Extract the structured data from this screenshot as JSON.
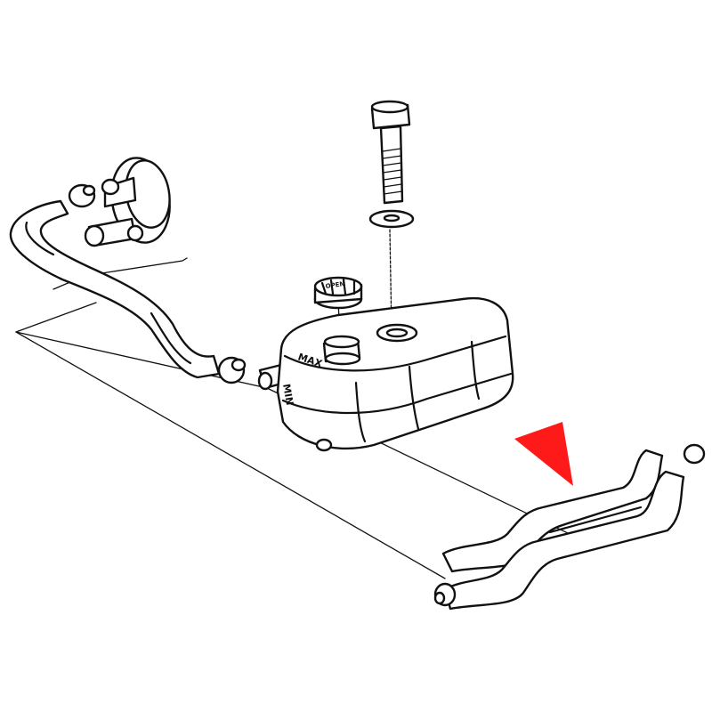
{
  "diagram": {
    "tank_labels": {
      "max": "MAX",
      "min": "MIN"
    },
    "cap_label": "OPEN",
    "highlight_color": "#ff1a1a",
    "line_color": "#111111",
    "background": "#ffffff"
  }
}
